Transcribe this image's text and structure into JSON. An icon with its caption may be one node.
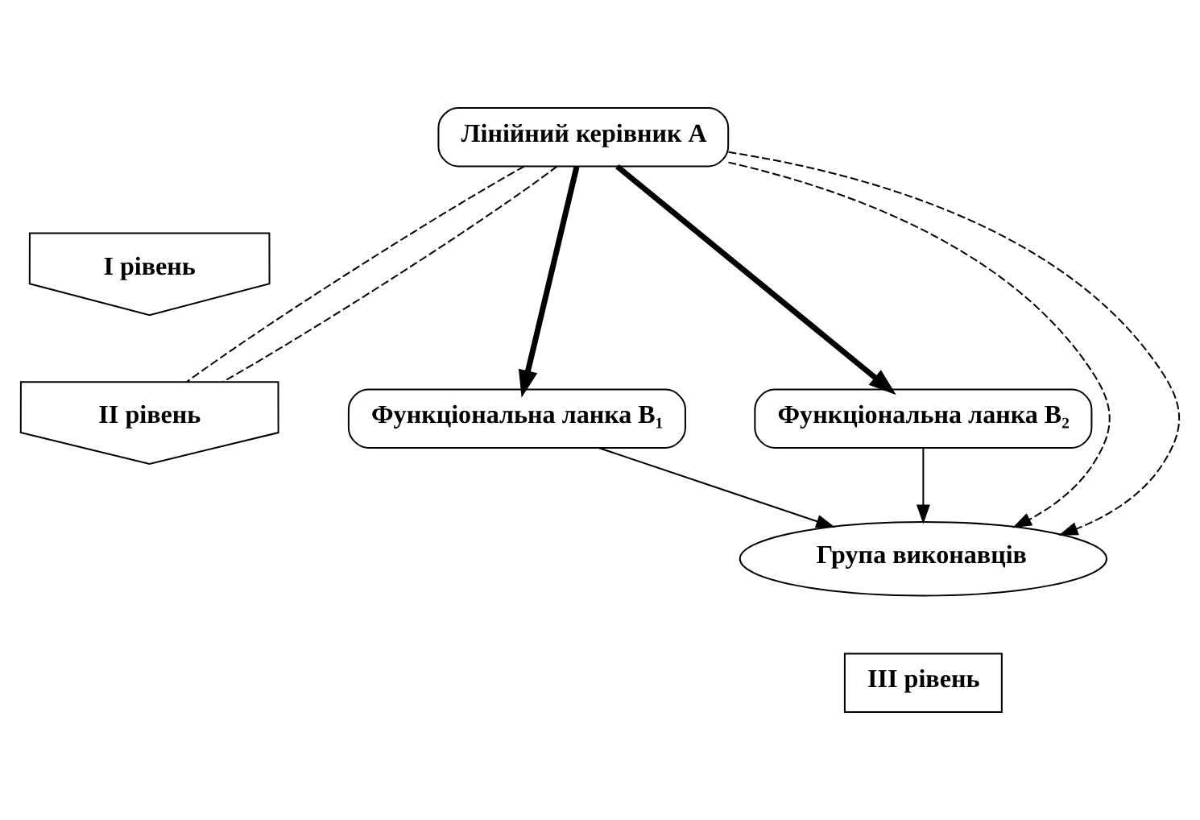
{
  "diagram": {
    "nodes": [
      {
        "text": [
          "Лінійний керівник А"
        ]
      },
      {
        "text": [
          "І рівень"
        ]
      },
      {
        "text": [
          "Функціональна ланка В₁"
        ]
      },
      {
        "text": [
          "ІІ рівень"
        ]
      },
      {
        "text": [
          "Функціональна ланка В₂"
        ]
      },
      {
        "text": [
          "Група виконавців"
        ]
      },
      {
        "text": [
          "ІІІ рівень"
        ]
      }
    ],
    "edges": [
      {
        "from": 0,
        "to": 2,
        "arrow": "to",
        "style": "thick"
      },
      {
        "from": 0,
        "to": 4,
        "arrow": "to",
        "style": "thick"
      },
      {
        "from": 0,
        "to": 3,
        "arrow": "none",
        "style": "dashed"
      },
      {
        "from": 0,
        "to": 5,
        "arrow": "to",
        "style": "dashed"
      },
      {
        "from": 0,
        "to": 5,
        "arrow": "to",
        "style": "dashed"
      },
      {
        "from": 0,
        "to": 3,
        "arrow": "none",
        "style": "dashed"
      },
      {
        "from": 2,
        "to": 5,
        "arrow": "to"
      },
      {
        "from": 4,
        "to": 5,
        "arrow": "to"
      }
    ]
  }
}
